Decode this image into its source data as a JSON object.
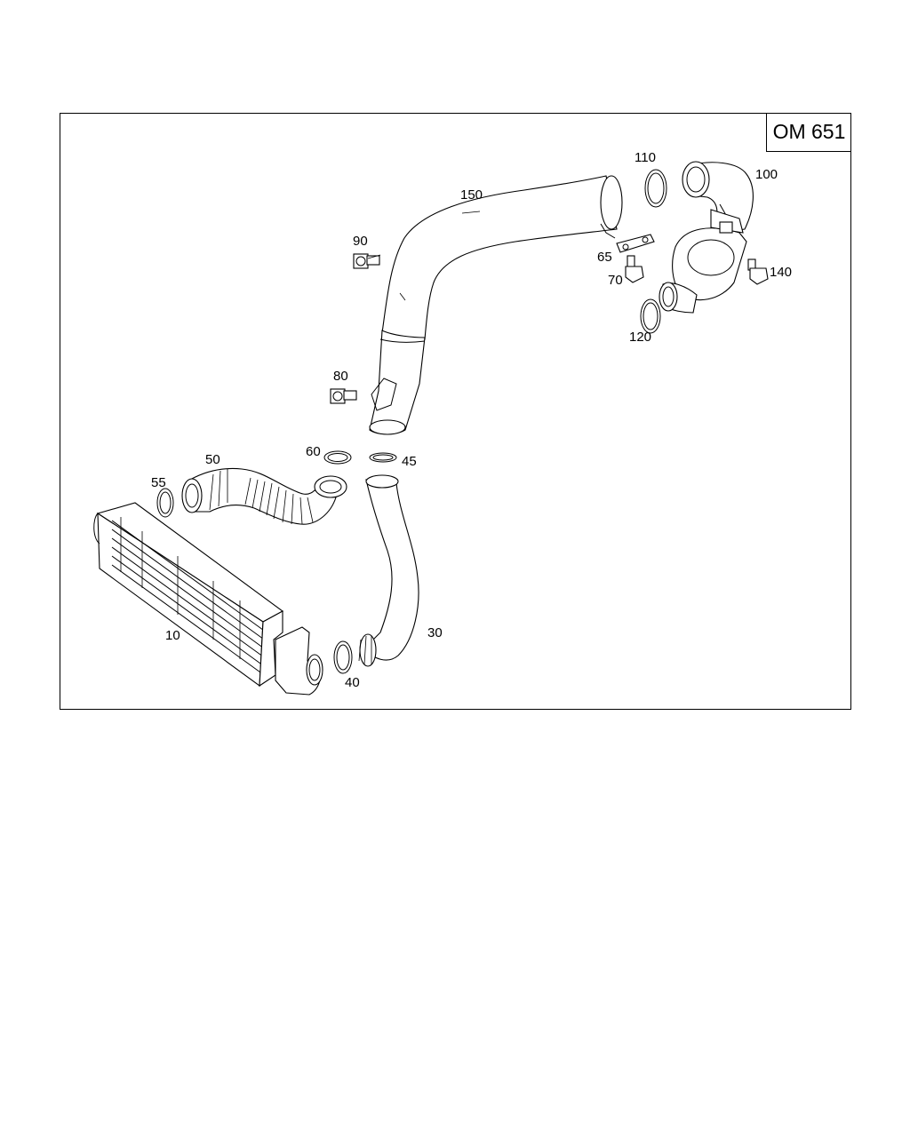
{
  "engine_code": "OM 651",
  "parts": [
    {
      "id": "10",
      "label": "10"
    },
    {
      "id": "30",
      "label": "30"
    },
    {
      "id": "40",
      "label": "40"
    },
    {
      "id": "45",
      "label": "45"
    },
    {
      "id": "50",
      "label": "50"
    },
    {
      "id": "55",
      "label": "55"
    },
    {
      "id": "60",
      "label": "60"
    },
    {
      "id": "65",
      "label": "65"
    },
    {
      "id": "70",
      "label": "70"
    },
    {
      "id": "80",
      "label": "80"
    },
    {
      "id": "90",
      "label": "90"
    },
    {
      "id": "100",
      "label": "100"
    },
    {
      "id": "110",
      "label": "110"
    },
    {
      "id": "120",
      "label": "120"
    },
    {
      "id": "140",
      "label": "140"
    },
    {
      "id": "150",
      "label": "150"
    }
  ]
}
